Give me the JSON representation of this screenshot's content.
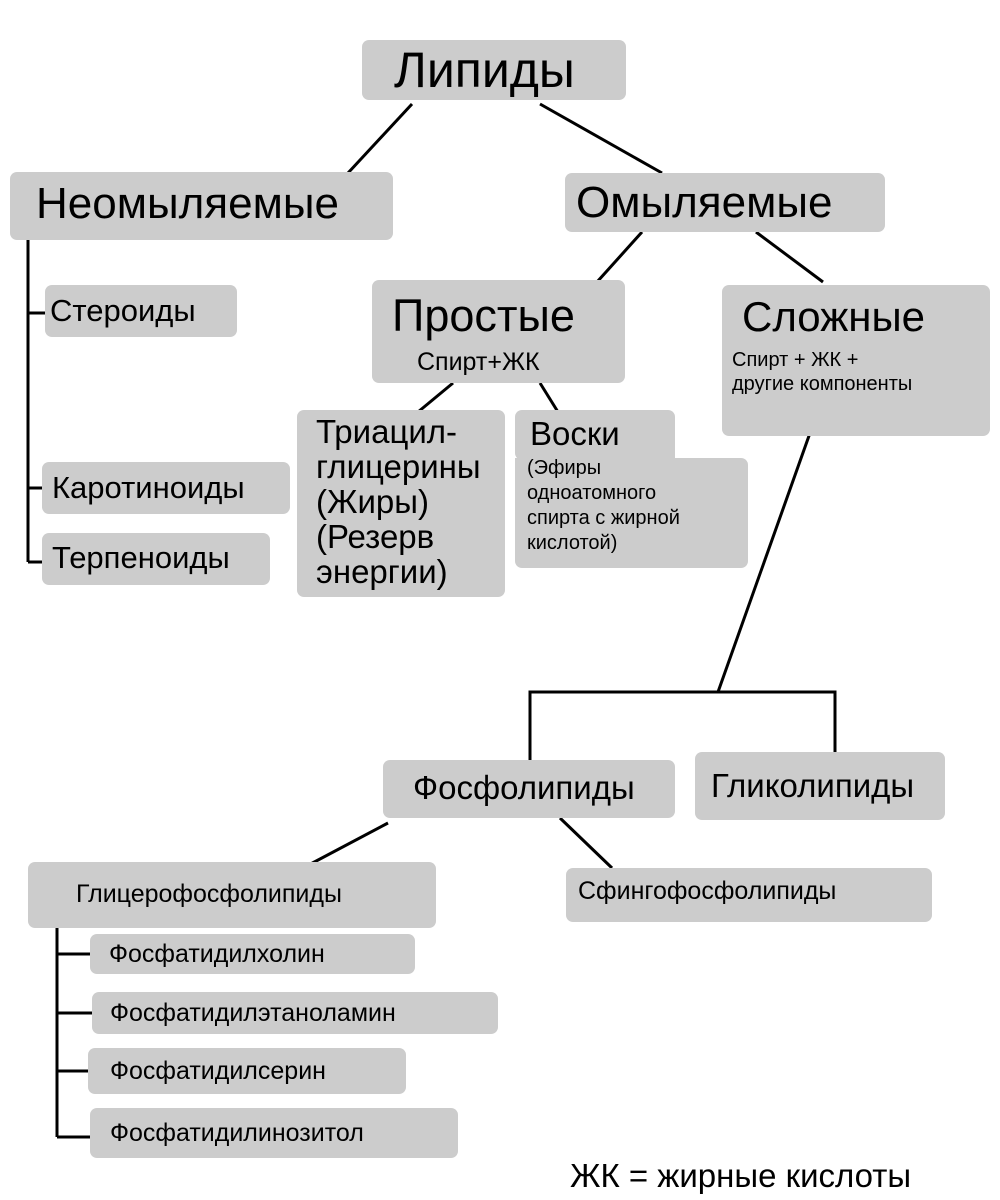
{
  "root": "Липиды",
  "nonsaponifiable": {
    "title": "Неомыляемые",
    "items": [
      "Стероиды",
      "Каротиноиды",
      "Терпеноиды"
    ]
  },
  "saponifiable": {
    "title": "Омыляемые",
    "simple": {
      "title": "Простые",
      "subtitle": "Спирт+ЖК",
      "triacyl": "Триацил-\nглицерины\n(Жиры)\n(Резерв\nэнергии)",
      "waxes_title": "Воски",
      "waxes_desc": "(Эфиры\nодноатомного\nспирта с жирной\nкислотой)"
    },
    "complex": {
      "title": "Сложные",
      "subtitle": "Спирт + ЖК +\nдругие компоненты"
    }
  },
  "phospholipids": {
    "title": "Фосфолипиды",
    "glycero": {
      "title": "Глицерофосфолипиды",
      "items": [
        "Фосфатидилхолин",
        "Фосфатидилэтаноламин",
        "Фосфатидилсерин",
        "Фосфатидилинозитол"
      ]
    },
    "sphingo": "Сфингофосфолипиды"
  },
  "glycolipids": "Гликолипиды",
  "legend": "ЖК = жирные кислоты"
}
